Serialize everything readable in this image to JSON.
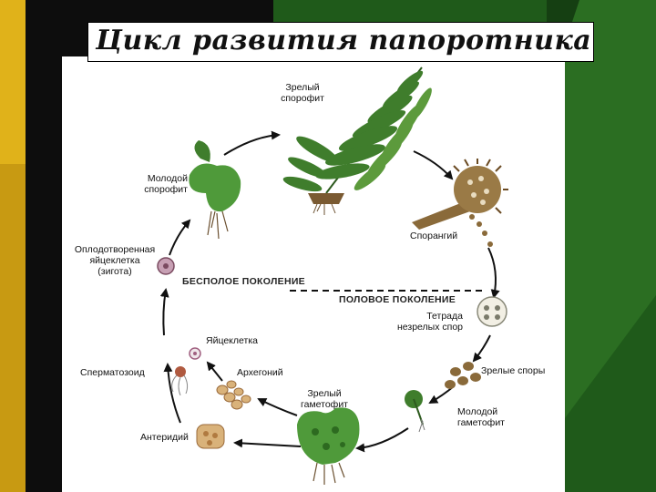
{
  "title": "Цикл развития папоротника",
  "labels": {
    "mature_sporophyte": "Зрелый\nспорофит",
    "sporangium": "Спорангий",
    "tetrad": "Тетрада\nнезрелых спор",
    "mature_spores": "Зрелые споры",
    "young_gametophyte": "Молодой\nгаметофит",
    "mature_gametophyte": "Зрелый\nгаметофит",
    "archegonium": "Архегоний",
    "antheridium": "Антеридий",
    "sperm": "Сперматозоид",
    "egg": "Яйцеклетка",
    "zygote": "Оплодотворенная\nяйцеклетка\n(зигота)",
    "young_sporophyte": "Молодой\nспорофит"
  },
  "generations": {
    "asexual": "БЕСПОЛОЕ ПОКОЛЕНИЕ",
    "sexual": "ПОЛОВОЕ ПОКОЛЕНИЕ"
  },
  "colors": {
    "leaf_green": "#3f7d2c",
    "spore_brown": "#8a6a3a",
    "background_green": "#1f5a1a",
    "background_yellow": "#d6a818"
  }
}
